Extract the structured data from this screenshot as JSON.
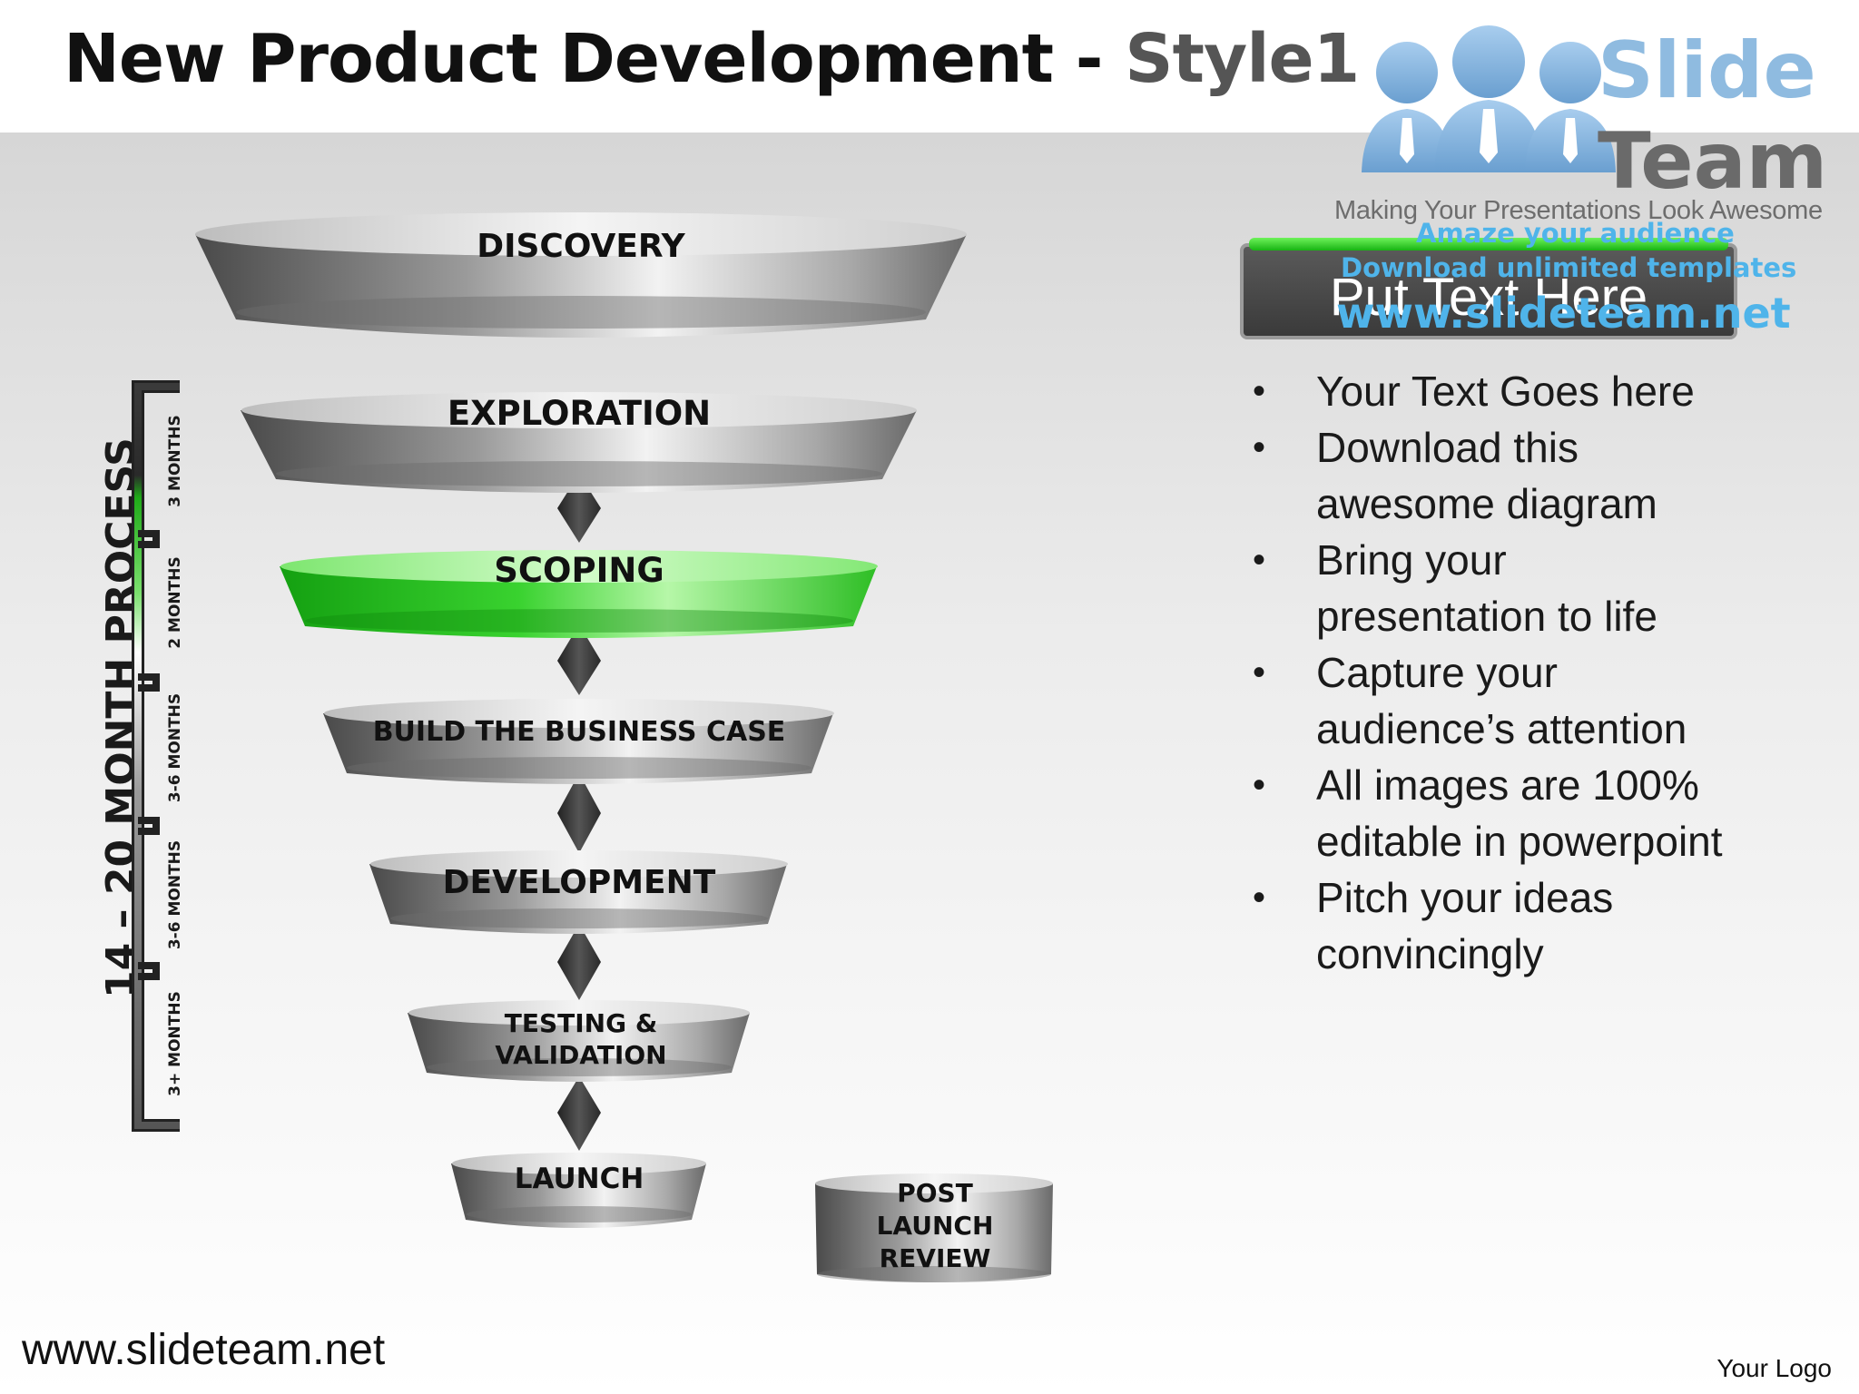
{
  "slide": {
    "title": "New Product Development -",
    "title_suffix": "Style1",
    "footer_url": "www.slideteam.net",
    "footer_logo": "Your Logo"
  },
  "logo": {
    "word1": "Slide",
    "word2": "Team",
    "tagline": "Making Your Presentations Look Awesome",
    "watermark_lines": [
      "Amaze your audience",
      "Download unlimited templates",
      "www.slideteam.net"
    ]
  },
  "text_box": {
    "heading": "Put Text Here",
    "bullets": [
      "Your Text Goes here",
      "Download this awesome diagram",
      "Bring your presentation to life",
      "Capture your audience’s attention",
      "All images are 100% editable in powerpoint",
      "Pitch your ideas convincingly"
    ]
  },
  "process": {
    "label": "14 – 20 MONTH PROCESS",
    "durations": [
      "3 MONTHS",
      "2 MONTHS",
      "3-6 MONTHS",
      "3-6 MONTHS",
      "3+ MONTHS"
    ]
  },
  "stages": [
    {
      "label": "DISCOVERY",
      "highlight": false
    },
    {
      "label": "EXPLORATION",
      "highlight": false
    },
    {
      "label": "SCOPING",
      "highlight": true
    },
    {
      "label": "BUILD THE BUSINESS CASE",
      "highlight": false
    },
    {
      "label": "DEVELOPMENT",
      "highlight": false
    },
    {
      "label": "TESTING & VALIDATION",
      "highlight": false
    },
    {
      "label": "LAUNCH",
      "highlight": false
    },
    {
      "label": "POST LAUNCH REVIEW",
      "highlight": false
    }
  ],
  "colors": {
    "highlight_green": "#2fd12a",
    "stage_gray": "#8a8a8a",
    "watermark_blue": "#4fb4ea",
    "logo_blue": "#8fbbe0"
  }
}
